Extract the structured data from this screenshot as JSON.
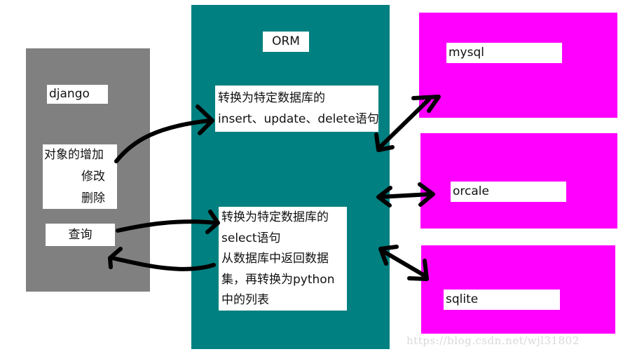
{
  "django": {
    "title": "django",
    "crud_line1": "对象的增加",
    "crud_line2": "修改",
    "crud_line3": "删除",
    "query": "查询"
  },
  "orm": {
    "title": "ORM",
    "write_line1": "转换为特定数据库的",
    "write_line2": "insert、update、delete语句",
    "read_line1": "转换为特定数据库的",
    "read_line2": "select语句",
    "read_line3": "从数据库中返回数据",
    "read_line4": "集，再转换为python",
    "read_line5": "中的列表"
  },
  "databases": {
    "mysql": "mysql",
    "orcale": "orcale",
    "sqlite": "sqlite"
  },
  "colors": {
    "django_box": "#808080",
    "orm_box": "#008080",
    "database_box": "#ff00ff",
    "label_bg": "#ffffff",
    "arrow": "#000000"
  },
  "watermark": "https://blog.csdn.net/wjl31802"
}
